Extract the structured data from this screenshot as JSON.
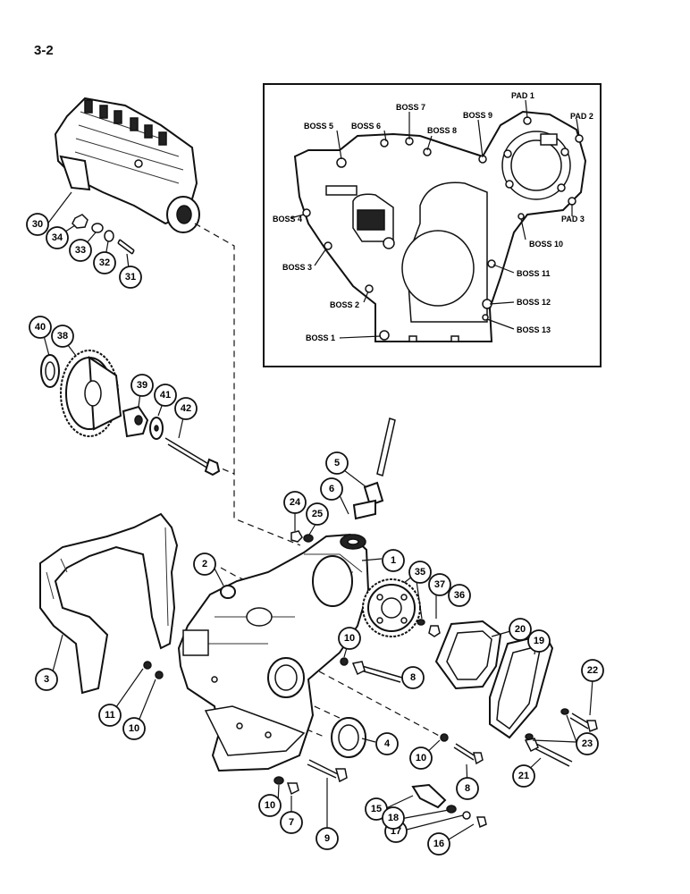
{
  "page_number": "3-2",
  "inset_labels": {
    "pad1": "PAD 1",
    "pad2": "PAD 2",
    "pad3": "PAD 3",
    "boss1": "BOSS 1",
    "boss2": "BOSS 2",
    "boss3": "BOSS 3",
    "boss4": "BOSS 4",
    "boss5": "BOSS 5",
    "boss6": "BOSS 6",
    "boss7": "BOSS 7",
    "boss8": "BOSS 8",
    "boss9": "BOSS 9",
    "boss10": "BOSS 10",
    "boss11": "BOSS 11",
    "boss12": "BOSS 12",
    "boss13": "BOSS 13"
  },
  "callouts": {
    "c1": "1",
    "c2": "2",
    "c3": "3",
    "c4": "4",
    "c5": "5",
    "c6": "6",
    "c7": "7",
    "c8a": "8",
    "c8b": "8",
    "c9": "9",
    "c10a": "10",
    "c10b": "10",
    "c10c": "10",
    "c10d": "10",
    "c11": "11",
    "c15": "15",
    "c16": "16",
    "c17": "17",
    "c18": "18",
    "c19": "19",
    "c20": "20",
    "c21": "21",
    "c22": "22",
    "c23": "23",
    "c24": "24",
    "c25": "25",
    "c30": "30",
    "c31": "31",
    "c32": "32",
    "c33": "33",
    "c34": "34",
    "c35": "35",
    "c36": "36",
    "c37": "37",
    "c38": "38",
    "c39": "39",
    "c40": "40",
    "c41": "41",
    "c42": "42"
  }
}
